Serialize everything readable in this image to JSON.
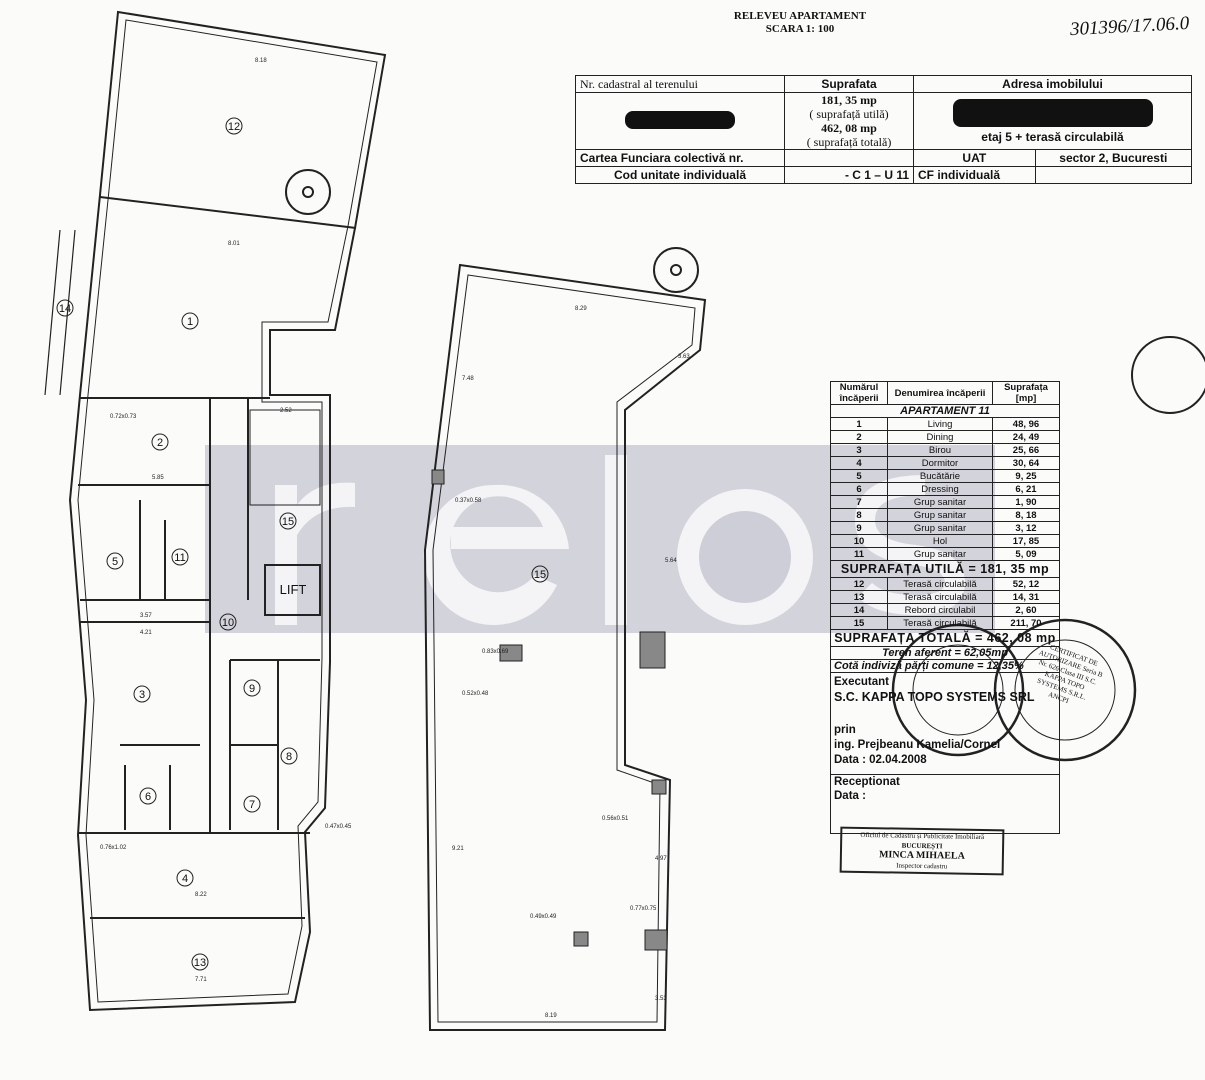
{
  "header": {
    "title": "RELEVEU APARTAMENT",
    "scale": "SCARA 1: 100",
    "handwritten_number": "301396/17.06.0"
  },
  "cadastral_table": {
    "col1_header": "Nr. cadastral al terenului",
    "col2_header": "Suprafata",
    "col3_header": "Adresa imobilului",
    "area_useful": "181, 35 mp",
    "area_useful_note": "( suprafață utilă)",
    "area_total": "462, 08 mp",
    "area_total_note": "( suprafață totală)",
    "address_floor": "etaj 5 + terasă circulabilă",
    "row3_label": "Cartea Funciara colectivă nr.",
    "uat_label": "UAT",
    "uat_value": "sector 2, Bucuresti",
    "row4_label": "Cod unitate individuală",
    "row4_value": "- C 1 – U 11",
    "cf_label": "CF individuală"
  },
  "rooms_table": {
    "headers": [
      "Numărul încăperii",
      "Denumirea încăperii",
      "Suprafața [mp]"
    ],
    "apartment": "APARTAMENT 11",
    "rooms": [
      {
        "nr": "1",
        "name": "Living",
        "area": "48, 96"
      },
      {
        "nr": "2",
        "name": "Dining",
        "area": "24, 49"
      },
      {
        "nr": "3",
        "name": "Birou",
        "area": "25, 66"
      },
      {
        "nr": "4",
        "name": "Dormitor",
        "area": "30, 64"
      },
      {
        "nr": "5",
        "name": "Bucătărie",
        "area": "9, 25"
      },
      {
        "nr": "6",
        "name": "Dressing",
        "area": "6, 21"
      },
      {
        "nr": "7",
        "name": "Grup sanitar",
        "area": "1, 90"
      },
      {
        "nr": "8",
        "name": "Grup sanitar",
        "area": "8, 18"
      },
      {
        "nr": "9",
        "name": "Grup sanitar",
        "area": "3, 12"
      },
      {
        "nr": "10",
        "name": "Hol",
        "area": "17, 85"
      },
      {
        "nr": "11",
        "name": "Grup sanitar",
        "area": "5, 09"
      }
    ],
    "useful_total": "SUPRAFAȚA UTILĂ = 181, 35 mp",
    "terraces": [
      {
        "nr": "12",
        "name": "Terasă circulabilă",
        "area": "52, 12"
      },
      {
        "nr": "13",
        "name": "Terasă circulabilă",
        "area": "14, 31"
      },
      {
        "nr": "14",
        "name": "Rebord circulabil",
        "area": "2, 60"
      },
      {
        "nr": "15",
        "name": "Terasă circulabilă",
        "area": "211, 70"
      }
    ],
    "grand_total": "SUPRAFAȚA TOTALĂ = 462, 08 mp",
    "land": "Teren aferent = 62,05mp",
    "share": "Cotă indiviză părți comune = 12,35%",
    "executant_label": "Executant",
    "executant": "S.C. KAPPA TOPO SYSTEMS SRL",
    "prin": "prin",
    "engineer": "ing. Prejbeanu Kamelia/Cornel",
    "date": "Data : 02.04.2008",
    "received": "Receptionat",
    "received_date": "Data :"
  },
  "stamps": {
    "ancpi": "CERTIFICAT DE AUTORIZARE Seria B Nr. 626 Clasa III S.C. KAPPA TOPO SYSTEMS S.R.L. ANCPI",
    "oficiu_line1": "Oficiul de Cadastru și Publicitate Imobiliară",
    "oficiu_line2": "BUCUREȘTI",
    "oficiu_line3": "MINCA MIHAELA",
    "oficiu_line4": "Inspector cadastru"
  },
  "plan": {
    "room_labels": [
      "1",
      "2",
      "3",
      "4",
      "5",
      "6",
      "7",
      "8",
      "9",
      "10",
      "11",
      "12",
      "13",
      "14",
      "15",
      "15"
    ],
    "lift": "LIFT",
    "dimensions": [
      "8.18",
      "8.01",
      "5.85",
      "4.21",
      "3.57",
      "8.22",
      "7.71",
      "2.52",
      "8.29",
      "7.48",
      "9.21",
      "8.19",
      "4.97",
      "3.53",
      "5.64",
      "3.63",
      "0.72x0.73",
      "0.76x1.02",
      "0.47x0.45",
      "0.83x0.69",
      "0.52x0.48",
      "0.37x0.58",
      "0.56x0.51",
      "0.49x0.49",
      "0.77x0.75"
    ]
  },
  "watermark": "relos",
  "colors": {
    "ink": "#111111",
    "paper": "#fbfbfa",
    "watermark": "#6b6b8c"
  }
}
